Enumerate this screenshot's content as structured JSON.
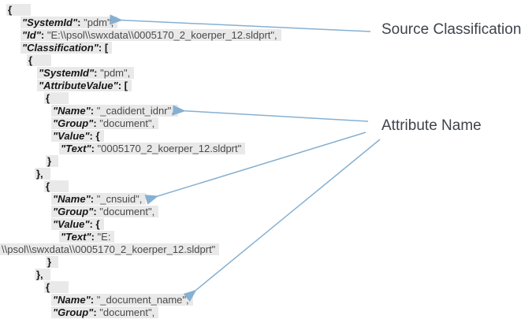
{
  "annotations": {
    "source_classification_label": "Source Classification",
    "attribute_name_label": "Attribute Name"
  },
  "colors": {
    "highlight": "#e9e9e9",
    "key_text": "#161616",
    "value_text": "#4a4a4a",
    "arrow": "#86b0d1",
    "annotation_text": "#3e444c"
  },
  "code": {
    "language": "json",
    "lines": [
      {
        "ind": 8,
        "tok": [
          [
            "b",
            "{"
          ]
        ]
      },
      {
        "ind": 26,
        "tok": [
          [
            "k",
            "\"SystemId\""
          ],
          [
            "c",
            ": "
          ],
          [
            "v",
            "\"pdm\","
          ]
        ]
      },
      {
        "ind": 26,
        "tok": [
          [
            "k",
            "\"Id\""
          ],
          [
            "c",
            ": "
          ],
          [
            "v",
            "\"E:\\\\psol\\\\swxdata\\\\0005170_2_koerper_12.sldprt\","
          ]
        ]
      },
      {
        "ind": 26,
        "tok": [
          [
            "k",
            "\"Classification\""
          ],
          [
            "c",
            ": "
          ],
          [
            "b",
            "["
          ]
        ]
      },
      {
        "ind": 34,
        "tok": [
          [
            "b",
            "{"
          ]
        ]
      },
      {
        "ind": 47,
        "tok": [
          [
            "k",
            "\"SystemId\""
          ],
          [
            "c",
            ": "
          ],
          [
            "v",
            "\"pdm\","
          ]
        ]
      },
      {
        "ind": 47,
        "tok": [
          [
            "k",
            "\"AttributeValue\""
          ],
          [
            "c",
            ": "
          ],
          [
            "b",
            "["
          ]
        ]
      },
      {
        "ind": 56,
        "tok": [
          [
            "b",
            "{"
          ]
        ]
      },
      {
        "ind": 65,
        "tok": [
          [
            "k",
            "\"Name\""
          ],
          [
            "c",
            ": "
          ],
          [
            "v",
            "\"_cadident_idnr\","
          ]
        ]
      },
      {
        "ind": 65,
        "tok": [
          [
            "k",
            "\"Group\""
          ],
          [
            "c",
            ": "
          ],
          [
            "v",
            "\"document\","
          ]
        ]
      },
      {
        "ind": 65,
        "tok": [
          [
            "k",
            "\"Value\""
          ],
          [
            "c",
            ": "
          ],
          [
            "b",
            "{"
          ]
        ]
      },
      {
        "ind": 75,
        "tok": [
          [
            "k",
            "\"Text\""
          ],
          [
            "c",
            ": "
          ],
          [
            "v",
            "\"0005170_2_koerper_12.sldprt\""
          ]
        ]
      },
      {
        "ind": 58,
        "tok": [
          [
            "b",
            "}"
          ]
        ]
      },
      {
        "ind": 44,
        "tok": [
          [
            "b",
            "},"
          ]
        ]
      },
      {
        "ind": 56,
        "tok": [
          [
            "b",
            "{"
          ]
        ]
      },
      {
        "ind": 65,
        "tok": [
          [
            "k",
            "\"Name\""
          ],
          [
            "c",
            ": "
          ],
          [
            "v",
            "\"_cnsuid\","
          ]
        ]
      },
      {
        "ind": 65,
        "tok": [
          [
            "k",
            "\"Group\""
          ],
          [
            "c",
            ": "
          ],
          [
            "v",
            "\"document\","
          ]
        ]
      },
      {
        "ind": 65,
        "tok": [
          [
            "k",
            "\"Value\""
          ],
          [
            "c",
            ": "
          ],
          [
            "b",
            "{"
          ]
        ]
      },
      {
        "ind": 75,
        "tok": [
          [
            "k",
            "\"Text\""
          ],
          [
            "c",
            ": "
          ],
          [
            "v",
            "\"E:"
          ]
        ]
      },
      {
        "ind": 0,
        "tok": [
          [
            "v",
            "\\\\psol\\\\swxdata\\\\0005170_2_koerper_12.sldprt\""
          ]
        ]
      },
      {
        "ind": 58,
        "tok": [
          [
            "b",
            "}"
          ]
        ]
      },
      {
        "ind": 44,
        "tok": [
          [
            "b",
            "},"
          ]
        ]
      },
      {
        "ind": 56,
        "tok": [
          [
            "b",
            "{"
          ]
        ]
      },
      {
        "ind": 65,
        "tok": [
          [
            "k",
            "\"Name\""
          ],
          [
            "c",
            ": "
          ],
          [
            "v",
            "\"_document_name\","
          ]
        ]
      },
      {
        "ind": 65,
        "tok": [
          [
            "k",
            "\"Group\""
          ],
          [
            "c",
            ": "
          ],
          [
            "v",
            "\"document\","
          ]
        ]
      }
    ]
  }
}
